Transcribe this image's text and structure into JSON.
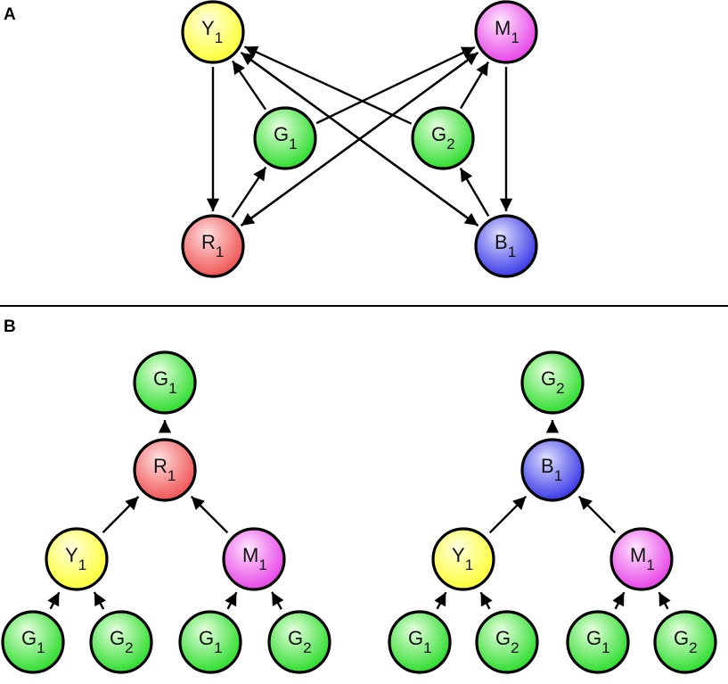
{
  "panels": {
    "a": {
      "label": "A"
    },
    "b": {
      "label": "B"
    }
  },
  "colors": {
    "green": [
      "#e8ffe0",
      "#28dc28"
    ],
    "yellow": [
      "#ffffe0",
      "#ffff30"
    ],
    "magenta": [
      "#ffe6ff",
      "#e640e6"
    ],
    "red": [
      "#ffe0e0",
      "#ef5050"
    ],
    "blue": [
      "#e0e0ff",
      "#3535e6"
    ],
    "stroke": "#000000"
  },
  "graph_a": {
    "nodes": [
      {
        "id": "Y1",
        "base": "Y",
        "sub": "1",
        "color": "yellow"
      },
      {
        "id": "M1",
        "base": "M",
        "sub": "1",
        "color": "magenta"
      },
      {
        "id": "G1",
        "base": "G",
        "sub": "1",
        "color": "green"
      },
      {
        "id": "G2",
        "base": "G",
        "sub": "2",
        "color": "green"
      },
      {
        "id": "R1",
        "base": "R",
        "sub": "1",
        "color": "red"
      },
      {
        "id": "B1",
        "base": "B",
        "sub": "1",
        "color": "blue"
      }
    ],
    "edges": [
      [
        "Y1",
        "R1"
      ],
      [
        "R1",
        "G1"
      ],
      [
        "G1",
        "Y1"
      ],
      [
        "G1",
        "M1"
      ],
      [
        "M1",
        "R1"
      ],
      [
        "Y1",
        "B1"
      ],
      [
        "G2",
        "Y1"
      ],
      [
        "B1",
        "G2"
      ],
      [
        "G2",
        "M1"
      ],
      [
        "M1",
        "B1"
      ],
      [
        "B1",
        "Y1"
      ],
      [
        "R1",
        "M1"
      ]
    ]
  },
  "tree_left": {
    "nodes": [
      {
        "id": "T1",
        "base": "G",
        "sub": "1",
        "color": "green"
      },
      {
        "id": "R1",
        "base": "R",
        "sub": "1",
        "color": "red"
      },
      {
        "id": "Y1",
        "base": "Y",
        "sub": "1",
        "color": "yellow"
      },
      {
        "id": "M1",
        "base": "M",
        "sub": "1",
        "color": "magenta"
      },
      {
        "id": "L1",
        "base": "G",
        "sub": "1",
        "color": "green"
      },
      {
        "id": "L2",
        "base": "G",
        "sub": "2",
        "color": "green"
      },
      {
        "id": "L3",
        "base": "G",
        "sub": "1",
        "color": "green"
      },
      {
        "id": "L4",
        "base": "G",
        "sub": "2",
        "color": "green"
      }
    ],
    "edges": [
      [
        "R1",
        "T1"
      ],
      [
        "Y1",
        "R1"
      ],
      [
        "M1",
        "R1"
      ],
      [
        "L1",
        "Y1"
      ],
      [
        "L2",
        "Y1"
      ],
      [
        "L3",
        "M1"
      ],
      [
        "L4",
        "M1"
      ]
    ]
  },
  "tree_right": {
    "nodes": [
      {
        "id": "T2",
        "base": "G",
        "sub": "2",
        "color": "green"
      },
      {
        "id": "B1",
        "base": "B",
        "sub": "1",
        "color": "blue"
      },
      {
        "id": "Y1",
        "base": "Y",
        "sub": "1",
        "color": "yellow"
      },
      {
        "id": "M1",
        "base": "M",
        "sub": "1",
        "color": "magenta"
      },
      {
        "id": "L1",
        "base": "G",
        "sub": "1",
        "color": "green"
      },
      {
        "id": "L2",
        "base": "G",
        "sub": "2",
        "color": "green"
      },
      {
        "id": "L3",
        "base": "G",
        "sub": "1",
        "color": "green"
      },
      {
        "id": "L4",
        "base": "G",
        "sub": "2",
        "color": "green"
      }
    ],
    "edges": [
      [
        "B1",
        "T2"
      ],
      [
        "Y1",
        "B1"
      ],
      [
        "M1",
        "B1"
      ],
      [
        "L1",
        "Y1"
      ],
      [
        "L2",
        "Y1"
      ],
      [
        "L3",
        "M1"
      ],
      [
        "L4",
        "M1"
      ]
    ]
  }
}
